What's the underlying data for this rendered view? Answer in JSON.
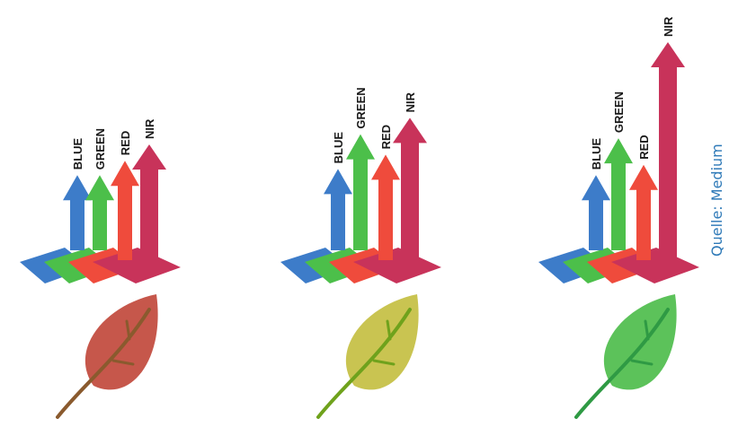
{
  "bands": {
    "blue": {
      "label": "BLUE",
      "color": "#3d7cc9"
    },
    "green": {
      "label": "GREEN",
      "color": "#4cbf4a"
    },
    "red": {
      "label": "RED",
      "color": "#ef4b3c"
    },
    "nir": {
      "label": "NIR",
      "color": "#c8335a"
    }
  },
  "panels": [
    {
      "leaf_fill": "#c6574b",
      "leaf_stem": "#8a5a2e",
      "reflectance": {
        "blue": 0.35,
        "green": 0.35,
        "red": 0.42,
        "nir": 0.5
      }
    },
    {
      "leaf_fill": "#c9c451",
      "leaf_stem": "#6fa21c",
      "reflectance": {
        "blue": 0.38,
        "green": 0.55,
        "red": 0.45,
        "nir": 0.63
      }
    },
    {
      "leaf_fill": "#5cc25a",
      "leaf_stem": "#2f9a44",
      "reflectance": {
        "blue": 0.35,
        "green": 0.53,
        "red": 0.4,
        "nir": 1.0
      }
    }
  ],
  "credit": "Quelle: Medium"
}
